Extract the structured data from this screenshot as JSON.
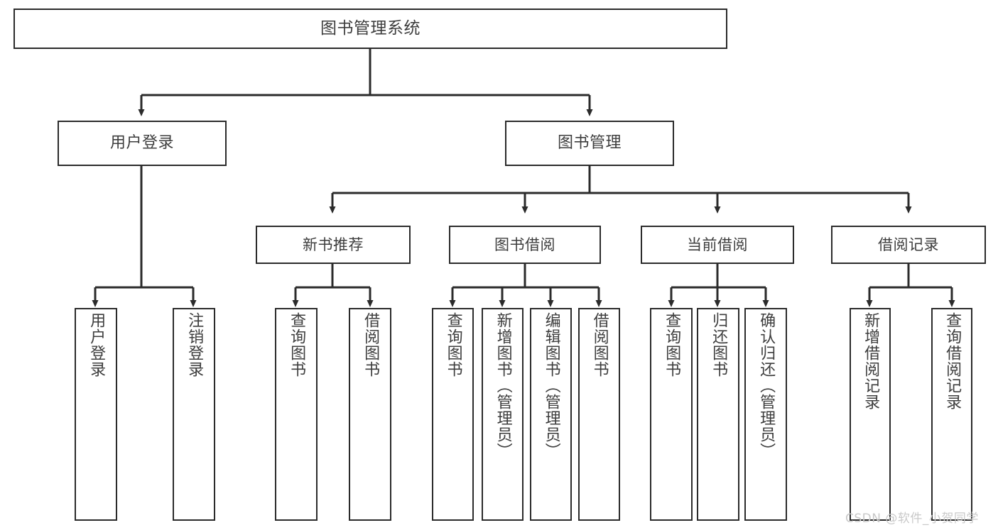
{
  "diagram": {
    "type": "tree",
    "title": "图书管理系统",
    "colors": {
      "background": "#ffffff",
      "border": "#2b2b2b",
      "text": "#3d3d3d",
      "edge": "#2b2b2b",
      "watermark": "#c9c9c9"
    },
    "watermark": "CSDN @软件_小贺同学",
    "nodes": {
      "root": {
        "label": "图书管理系统"
      },
      "level1": [
        {
          "label": "用户登录"
        },
        {
          "label": "图书管理"
        }
      ],
      "level2": [
        {
          "label": "新书推荐"
        },
        {
          "label": "图书借阅"
        },
        {
          "label": "当前借阅"
        },
        {
          "label": "借阅记录"
        }
      ],
      "leaves": {
        "user_login": [
          {
            "label": "用户登录"
          },
          {
            "label": "注销登录"
          }
        ],
        "new_book_recommend": [
          {
            "label": "查询图书"
          },
          {
            "label": "借阅图书"
          }
        ],
        "book_borrow": [
          {
            "label": "查询图书"
          },
          {
            "label": "新增图书（管理员）"
          },
          {
            "label": "编辑图书（管理员）"
          },
          {
            "label": "借阅图书"
          }
        ],
        "current_borrow": [
          {
            "label": "查询图书"
          },
          {
            "label": "归还图书"
          },
          {
            "label": "确认归还（管理员）"
          }
        ],
        "borrow_record": [
          {
            "label": "新增借阅记录"
          },
          {
            "label": "查询借阅记录"
          }
        ]
      }
    }
  }
}
